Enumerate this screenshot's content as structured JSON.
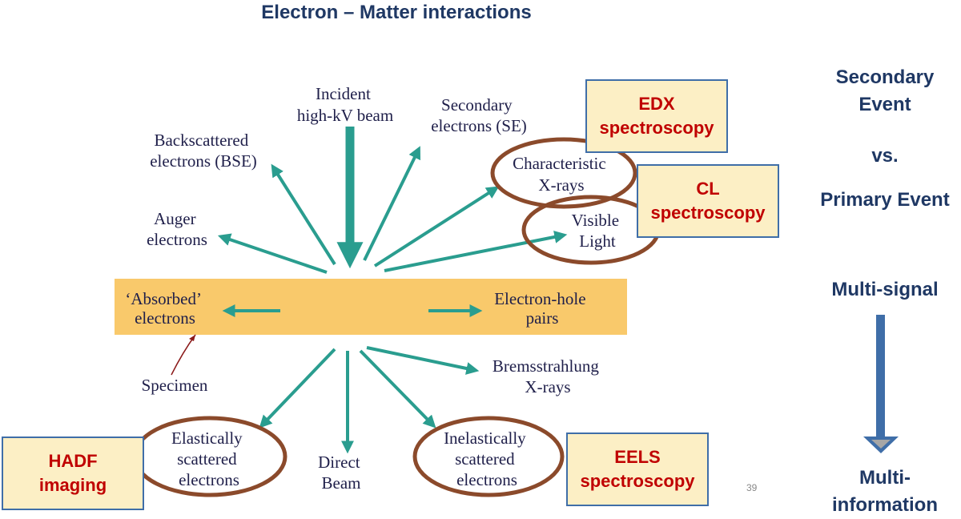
{
  "title": "Electron – Matter interactions",
  "diagram": {
    "incident_beam": [
      "Incident",
      "high-kV beam"
    ],
    "secondary_electrons": [
      "Secondary",
      "electrons (SE)"
    ],
    "backscattered": [
      "Backscattered",
      "electrons (BSE)"
    ],
    "characteristic_xrays": [
      "Characteristic",
      "X-rays"
    ],
    "auger": [
      "Auger",
      "electrons"
    ],
    "visible_light": [
      "Visible",
      "Light"
    ],
    "absorbed": [
      "‘Absorbed’",
      "electrons"
    ],
    "electron_hole": [
      "Electron-hole",
      "pairs"
    ],
    "specimen": "Specimen",
    "bremsstrahlung": [
      "Bremsstrahlung",
      "X-rays"
    ],
    "elastic": [
      "Elastically",
      "scattered",
      "electrons"
    ],
    "direct_beam": [
      "Direct",
      "Beam"
    ],
    "inelastic": [
      "Inelastically",
      "scattered",
      "electrons"
    ]
  },
  "boxes": {
    "edx": [
      "EDX",
      "spectroscopy"
    ],
    "cl": [
      "CL",
      "spectroscopy"
    ],
    "hadf": [
      "HADF",
      "imaging"
    ],
    "eels": [
      "EELS",
      "spectroscopy"
    ]
  },
  "side": {
    "secondary_event": [
      "Secondary",
      "Event"
    ],
    "vs": "vs.",
    "primary_event": "Primary Event",
    "multi_signal": "Multi-signal",
    "multi_information": [
      "Multi-",
      "information"
    ]
  },
  "page_number": "39",
  "colors": {
    "title": "#1f3864",
    "arrow": "#2a9d8f",
    "specimen_band": "#f9c96b",
    "ellipse": "#8b4a2b",
    "box_fill": "#fcefc5",
    "box_text": "#c00000",
    "side_arrow": "#3f6ea8"
  }
}
